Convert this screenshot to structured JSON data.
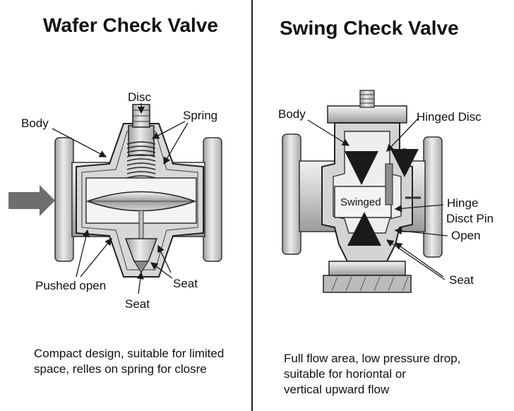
{
  "left": {
    "title": "Wafer Check Valve",
    "labels": {
      "disc": "Disc",
      "spring": "Spring",
      "body": "Body",
      "pushed_open": "Pushed open",
      "seat_right": "Seat",
      "seat_bottom": "Seat"
    },
    "description": [
      "Compact design, suitable for limited",
      "space, relles on spring for closre"
    ]
  },
  "right": {
    "title": "Swing Check Valve",
    "labels": {
      "body": "Body",
      "hinged_disc": "Hinged Disc",
      "swinged": "Swinged",
      "hinge": "Hinge",
      "disct_pin": "Disct Pin",
      "open": "Open",
      "seat": "Seat"
    },
    "description": [
      "Full flow area, low pressure drop,",
      "suitable for horiontal or",
      "vertical upward flow"
    ]
  },
  "colors": {
    "metal_light": "#e6e6e6",
    "metal_mid": "#bdbdbd",
    "metal_dark": "#7a7a7a",
    "arrow": "#707070",
    "line": "#1a1a1a"
  }
}
